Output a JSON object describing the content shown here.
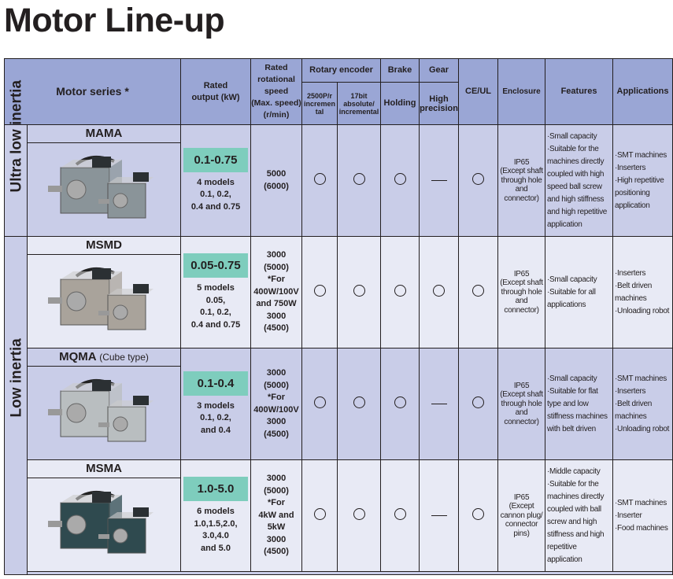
{
  "title": "Motor Line-up",
  "header": {
    "motor_series": "Motor series *",
    "rated_output": "Rated output (kW)",
    "speed": [
      "Rated",
      "rotational",
      "speed",
      "(Max. speed)",
      "(r/min)"
    ],
    "rotary_encoder": "Rotary encoder",
    "brake": "Brake",
    "gear": "Gear",
    "ce_ul": "CE/UL",
    "enclosure": "Enclosure",
    "features": "Features",
    "applications": "Applications",
    "enc_2500": "2500P/r incremen tal",
    "enc_17bit": "17bit absolute/ incremental",
    "holding": "Holding",
    "high_precision": "High precision"
  },
  "categories": {
    "ultra": "Ultra low inertia",
    "low": "Low inertia"
  },
  "rows": [
    {
      "name": "MAMA",
      "note": "",
      "range": "0.1-0.75",
      "models": [
        "4 models",
        "0.1,   0.2,",
        "0.4 and 0.75"
      ],
      "speed": [
        "5000",
        "(6000)"
      ],
      "enc2500": "circle",
      "enc17": "circle",
      "brake": "circle",
      "gear": "dash",
      "ce": "circle",
      "enclosure": [
        "IP65",
        "(Except shaft",
        "through hole",
        "and",
        "connector)"
      ],
      "features": [
        "·Small capacity",
        "·Suitable for the",
        "machines directly",
        "coupled with high",
        "speed ball screw",
        "and high stiffness",
        "and high repetitive",
        "application"
      ],
      "applications": [
        "·SMT machines",
        "·Inserters",
        "·High repetitive",
        "positioning",
        "application"
      ],
      "motor_color": "#8a9499"
    },
    {
      "name": "MSMD",
      "note": "",
      "range": "0.05-0.75",
      "models": [
        "5 models",
        "0.05,",
        "0.1,  0.2,",
        "0.4 and 0.75"
      ],
      "speed": [
        "3000",
        "(5000)",
        "*For",
        "400W/100V",
        "and 750W",
        "3000",
        "(4500)"
      ],
      "enc2500": "circle",
      "enc17": "circle",
      "brake": "circle",
      "gear": "circle",
      "ce": "circle",
      "enclosure": [
        "IP65",
        "(Except shaft",
        "through hole",
        "and",
        "connector)"
      ],
      "features": [
        "·Small capacity",
        "·Suitable for all",
        "applications"
      ],
      "applications": [
        "·Inserters",
        "·Belt driven",
        "machines",
        "·Unloading robot"
      ],
      "motor_color": "#a9a39b"
    },
    {
      "name": "MQMA",
      "note": "(Cube type)",
      "range": "0.1-0.4",
      "models": [
        "3 models",
        "",
        "0.1,  0.2,",
        "and 0.4"
      ],
      "speed": [
        "3000",
        "(5000)",
        "*For",
        "400W/100V",
        "3000",
        "(4500)"
      ],
      "enc2500": "circle",
      "enc17": "circle",
      "brake": "circle",
      "gear": "dash",
      "ce": "circle",
      "enclosure": [
        "IP65",
        "(Except shaft",
        "through hole",
        "and",
        "connector)"
      ],
      "features": [
        "·Small capacity",
        "·Suitable for flat",
        "type and low",
        "stiffness machines",
        "with belt driven"
      ],
      "applications": [
        "·SMT machines",
        "·Inserters",
        "·Belt driven",
        "machines",
        "·Unloading robot"
      ],
      "motor_color": "#b9bec0"
    },
    {
      "name": "MSMA",
      "note": "",
      "range": "1.0-5.0",
      "models": [
        "6 models",
        "1.0,1.5,2.0,",
        "3.0,4.0",
        "and 5.0"
      ],
      "speed": [
        "3000",
        "(5000)",
        "*For",
        "4kW and",
        "5kW",
        "3000",
        "(4500)"
      ],
      "enc2500": "circle",
      "enc17": "circle",
      "brake": "circle",
      "gear": "dash",
      "ce": "circle",
      "enclosure": [
        "IP65",
        "(Except",
        "cannon plug/",
        "connector",
        "pins)"
      ],
      "features": [
        "·Middle capacity",
        "·Suitable for the",
        "machines directly",
        "coupled with ball",
        "screw and high",
        "stiffness and high",
        "repetitive",
        "application"
      ],
      "applications": [
        "·SMT machines",
        "·Inserter",
        "·Food machines"
      ],
      "motor_color": "#2f4a4f"
    }
  ]
}
